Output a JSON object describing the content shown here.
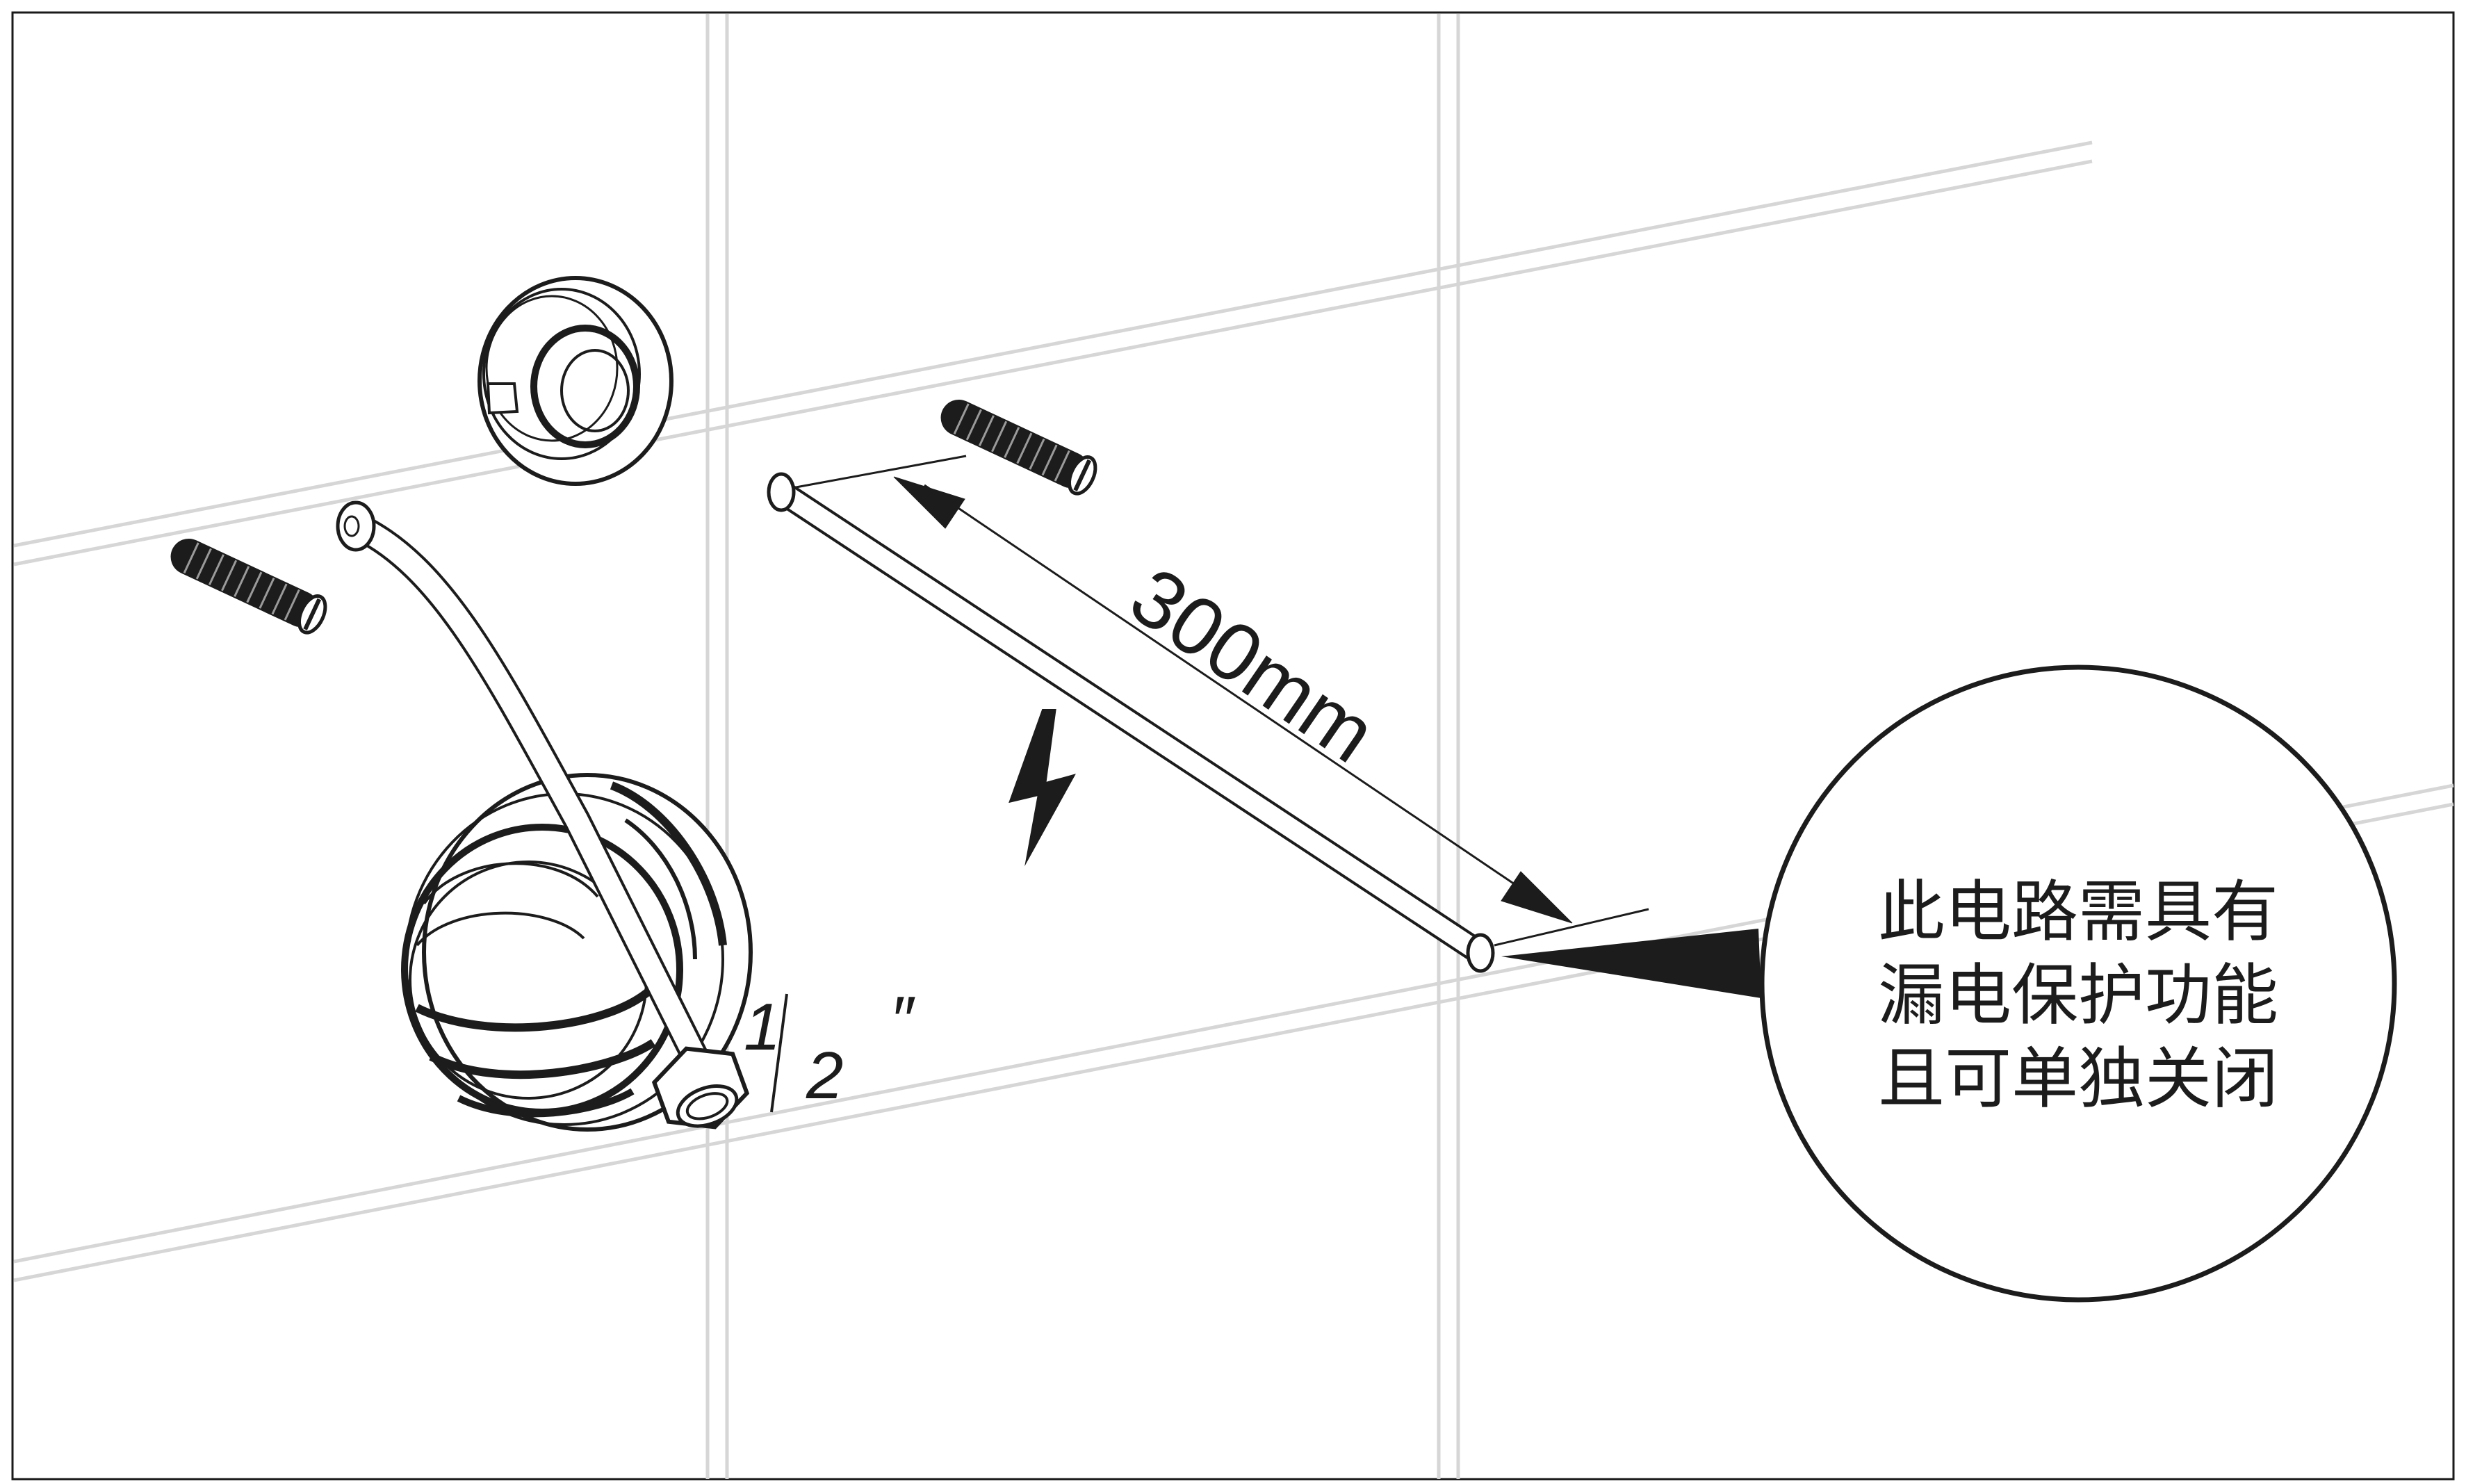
{
  "diagram": {
    "dimension_label": "300mm",
    "pipe_size": {
      "numerator": "1",
      "denominator": "2",
      "unit_mark": "″"
    },
    "callout": {
      "lines": [
        "此电路需具有",
        "漏电保护功能",
        "且可单独关闭"
      ]
    },
    "icons": {
      "electric": "lightning-bolt-icon",
      "screw": "screw-icon",
      "cap": "end-cap-icon",
      "connector": "wall-connector-icon"
    }
  }
}
